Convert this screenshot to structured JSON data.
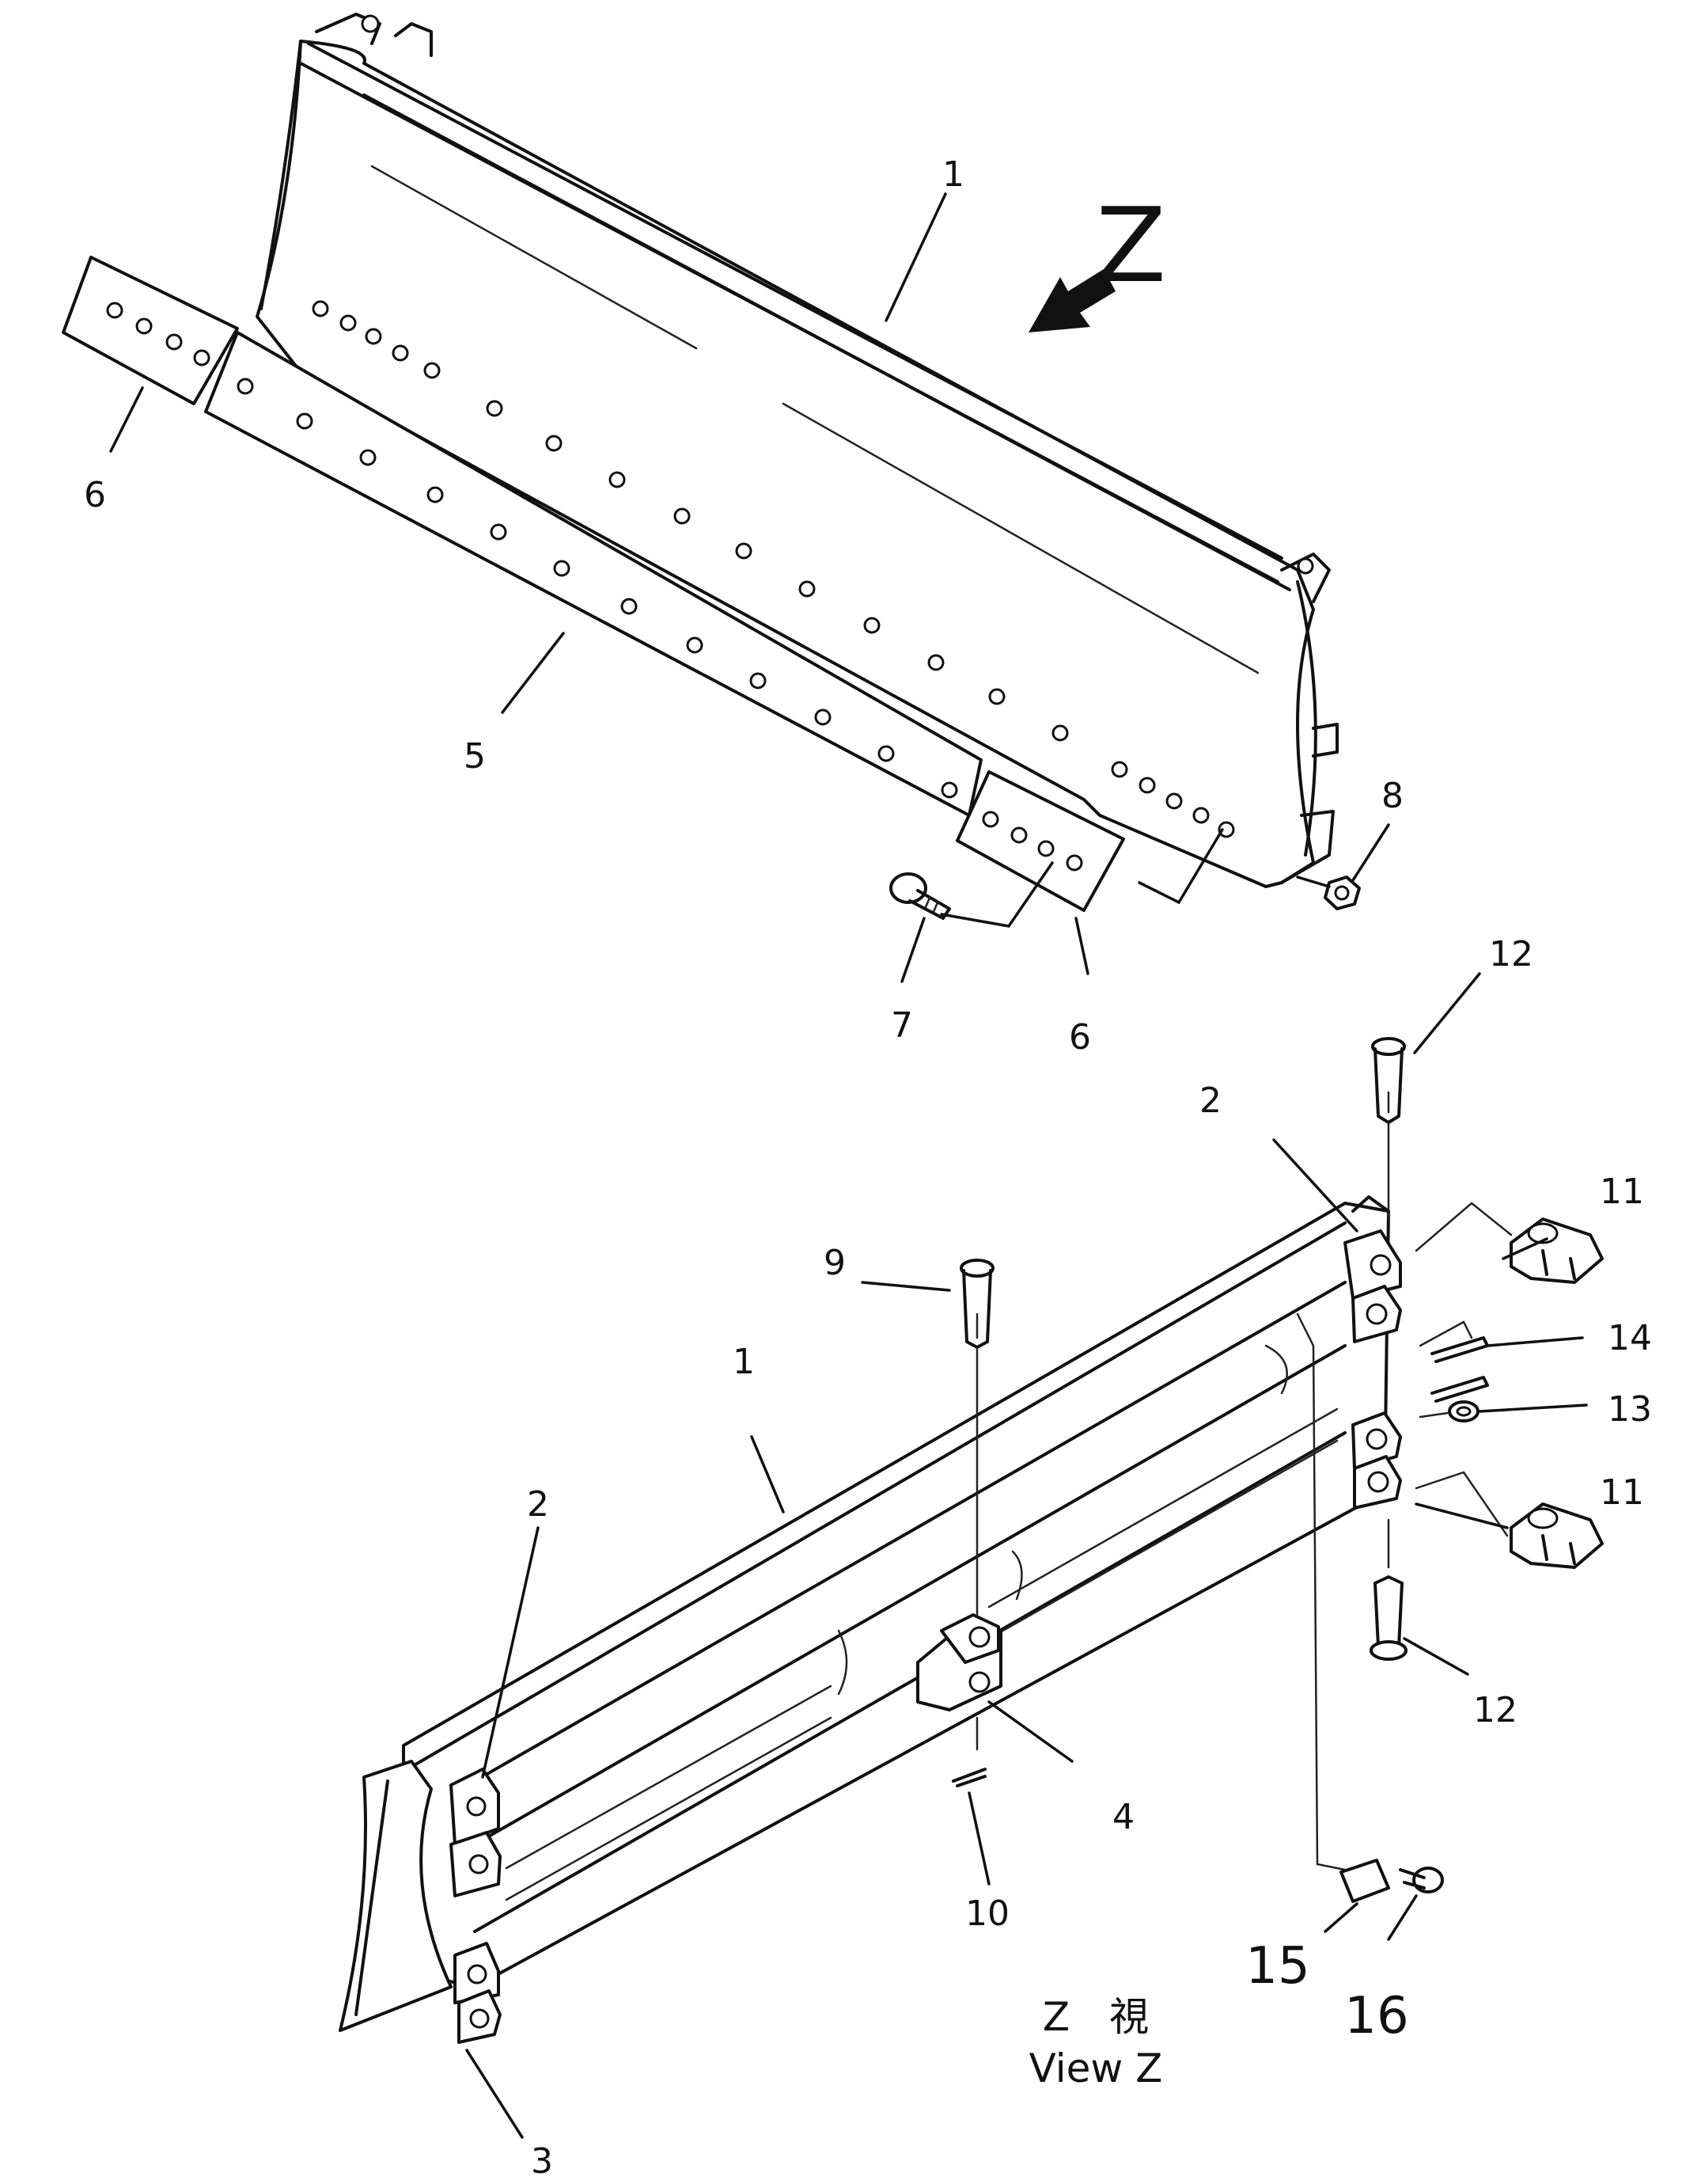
{
  "view_marker": "Z",
  "callouts": {
    "top_1": "1",
    "top_5": "5",
    "top_6_left": "6",
    "top_6_right": "6",
    "top_7": "7",
    "top_8": "8",
    "bot_1": "1",
    "bot_2_left": "2",
    "bot_2_right": "2",
    "bot_3": "3",
    "bot_4": "4",
    "bot_9": "9",
    "bot_10": "10",
    "bot_11_upper": "11",
    "bot_11_lower": "11",
    "bot_12_upper": "12",
    "bot_12_lower": "12",
    "bot_13": "13",
    "bot_14": "14",
    "bot_15": "15",
    "bot_16": "16"
  },
  "view_caption": {
    "line1": "Z　視",
    "line2": "View Z"
  }
}
